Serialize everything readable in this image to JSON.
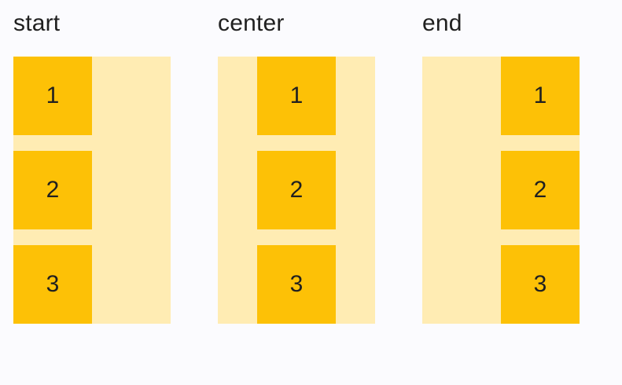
{
  "colors": {
    "background": "#fbfbfe",
    "container": "#ffecb3",
    "item": "#fdc106",
    "text": "#202020"
  },
  "examples": [
    {
      "label": "start",
      "justify": "start",
      "items": [
        "1",
        "2",
        "3"
      ]
    },
    {
      "label": "center",
      "justify": "center",
      "items": [
        "1",
        "2",
        "3"
      ]
    },
    {
      "label": "end",
      "justify": "end",
      "items": [
        "1",
        "2",
        "3"
      ]
    }
  ]
}
